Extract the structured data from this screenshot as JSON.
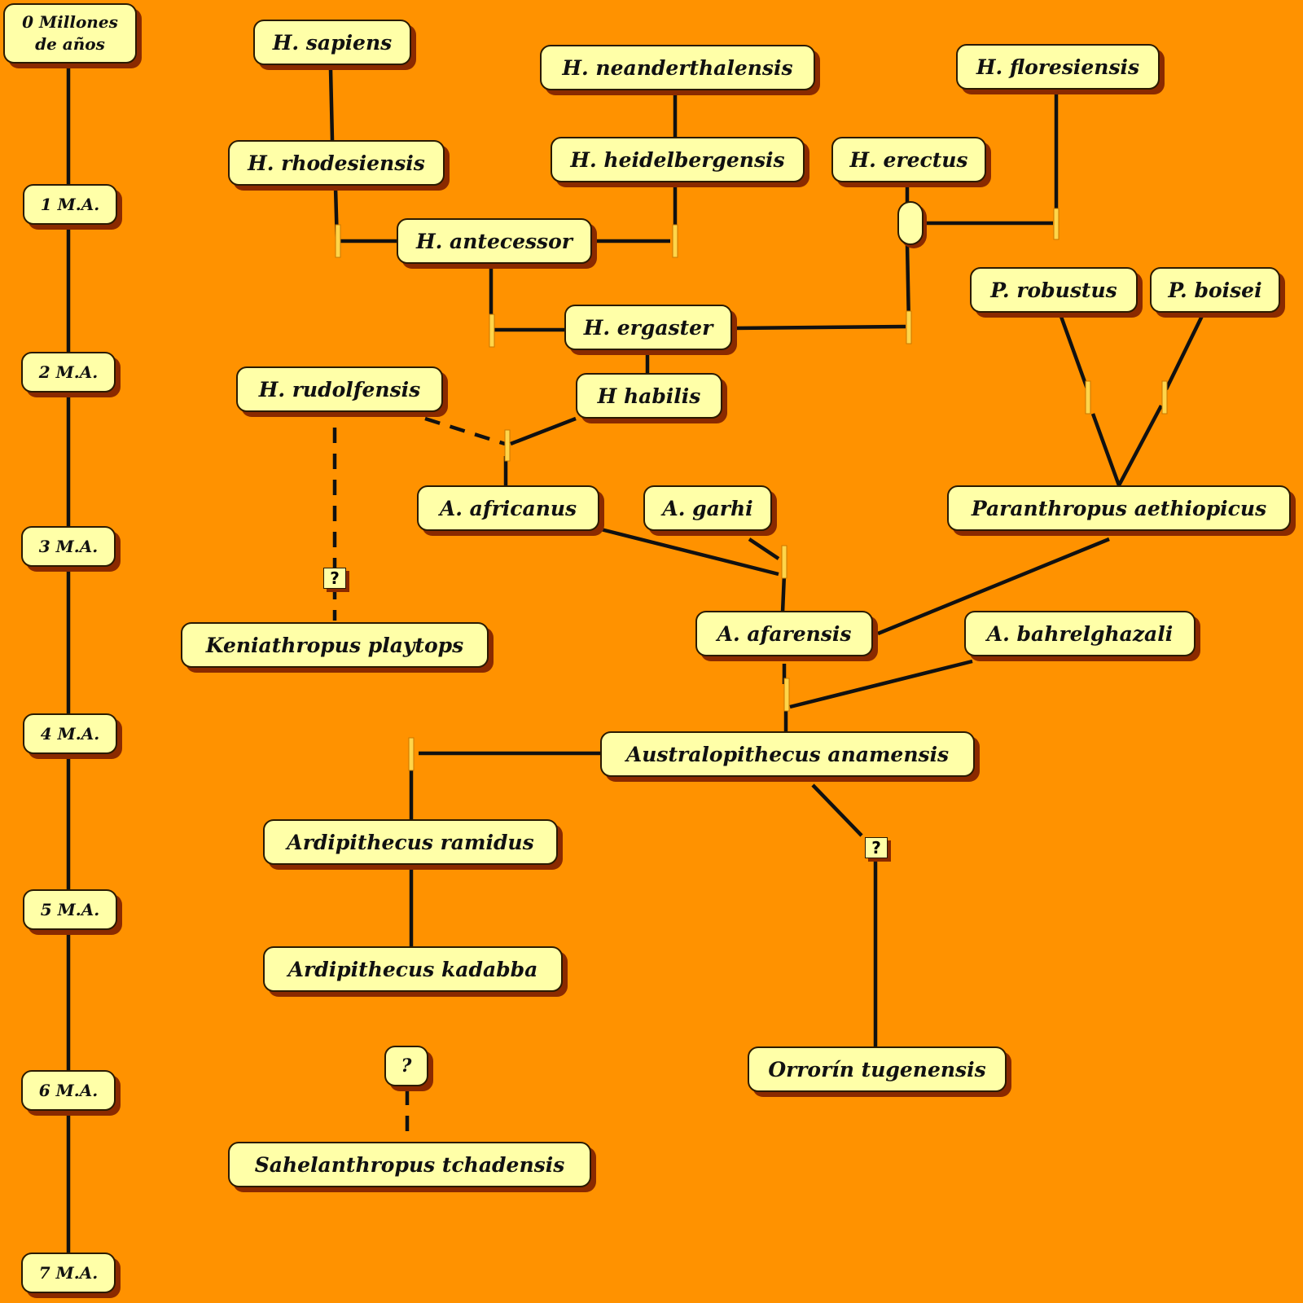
{
  "timeline": {
    "start_label": "0 Millones\nde años",
    "ticks": [
      "1 M.A.",
      "2 M.A.",
      "3 M.A.",
      "4 M.A.",
      "5 M.A.",
      "6 M.A.",
      "7 M.A."
    ]
  },
  "species": {
    "h_sapiens": "H. sapiens",
    "h_rhodesiensis": "H. rhodesiensis",
    "h_neanderthalensis": "H. neanderthalensis",
    "h_heidelbergensis": "H. heidelbergensis",
    "h_floresiensis": "H. floresiensis",
    "h_erectus": "H. erectus",
    "h_antecessor": "H. antecessor",
    "h_ergaster": "H. ergaster",
    "p_robustus": "P. robustus",
    "p_boisei": "P. boisei",
    "h_rudolfensis": "H. rudolfensis",
    "h_habilis": "H habilis",
    "a_africanus": "A. africanus",
    "a_garhi": "A. garhi",
    "paranthropus_aethiopicus": "Paranthropus aethiopicus",
    "keniathropus_platytops": "Keniathropus playtops",
    "a_afarensis": "A. afarensis",
    "a_bahrelghazali": "A. bahrelghazali",
    "australopithecus_anamensis": "Australopithecus anamensis",
    "ardipithecus_ramidus": "Ardipithecus ramidus",
    "ardipithecus_kadabba": "Ardipithecus kadabba",
    "orrorin_tugenensis": "Orrorín tugenensis",
    "sahelanthropus_tchadensis": "Sahelanthropus tchadensis"
  },
  "unknown_marks": {
    "question": "?",
    "keniathropus_link": "?",
    "orrorin_link": "?"
  },
  "colors": {
    "background": "#ff9200",
    "box_fill": "#ffffa8",
    "box_shadow": "#8a2a00",
    "line": "#111111",
    "node_marker": "#ffd54a"
  }
}
